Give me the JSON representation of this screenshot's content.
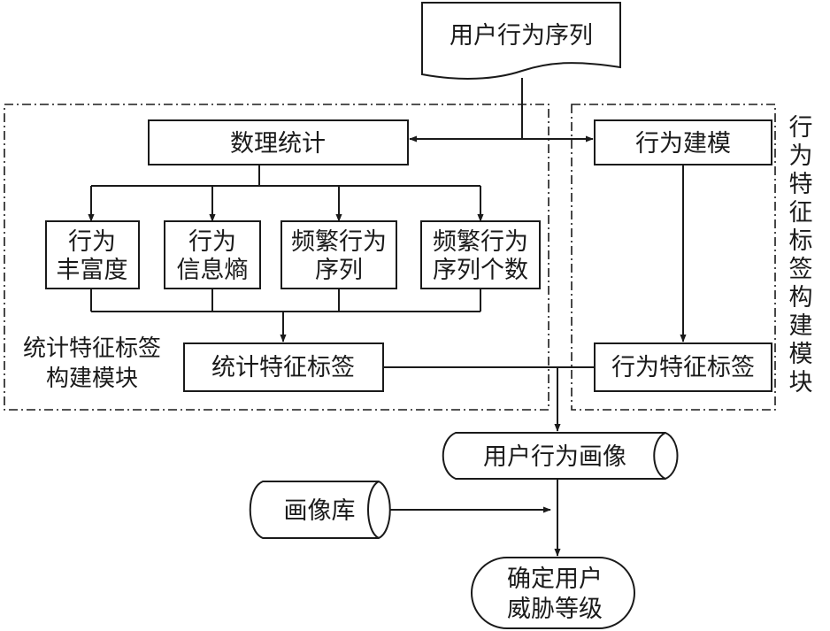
{
  "nodes": {
    "source": "用户行为序列",
    "stats": "数理统计",
    "behavior_model": "行为建模",
    "richness": [
      "行为",
      "丰富度"
    ],
    "entropy": [
      "行为",
      "信息熵"
    ],
    "freq_seq": [
      "频繁行为",
      "序列"
    ],
    "freq_count": [
      "频繁行为",
      "序列个数"
    ],
    "stat_label": "统计特征标签",
    "behavior_label": "行为特征标签",
    "user_profile": "用户行为画像",
    "profile_db": "画像库",
    "threat_level": [
      "确定用户",
      "威胁等级"
    ]
  },
  "modules": {
    "stat_module": [
      "统计特征标签",
      "构建模块"
    ],
    "behavior_module": [
      "行",
      "为",
      "特",
      "征",
      "标",
      "签",
      "构",
      "建",
      "模",
      "块"
    ]
  }
}
